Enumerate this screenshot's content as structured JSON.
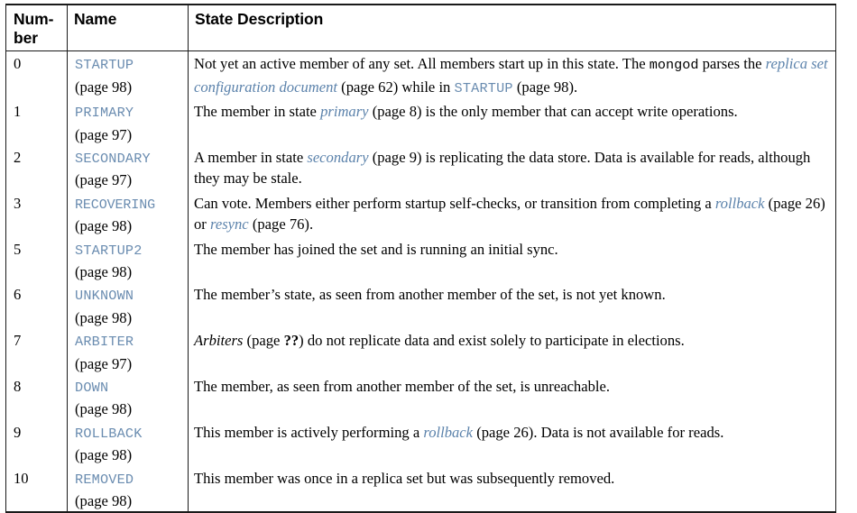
{
  "table": {
    "headers": {
      "number": "Num-\nber",
      "number_line1": "Num-",
      "number_line2": "ber",
      "name": "Name",
      "description": "State Description"
    },
    "colors": {
      "code_state": "#6a8cb0",
      "xref_link": "#5b82ab",
      "text": "#000000",
      "border": "#1a1a1a",
      "background": "#ffffff"
    },
    "rows": [
      {
        "number": "0",
        "state": "STARTUP",
        "state_page": "(page 98)",
        "description_parts": [
          {
            "type": "text",
            "value": "Not yet an active member of any set. All members start up in this state. The "
          },
          {
            "type": "code-plain",
            "value": "mongod"
          },
          {
            "type": "text",
            "value": " parses the "
          },
          {
            "type": "xref",
            "value": "replica set configuration document"
          },
          {
            "type": "text",
            "value": " (page 62) while in "
          },
          {
            "type": "code-state",
            "value": "STARTUP"
          },
          {
            "type": "text",
            "value": " (page 98)."
          }
        ]
      },
      {
        "number": "1",
        "state": "PRIMARY",
        "state_page": "(page 97)",
        "description_parts": [
          {
            "type": "text",
            "value": "The member in state "
          },
          {
            "type": "xref",
            "value": "primary"
          },
          {
            "type": "text",
            "value": " (page 8) is the only member that can accept write operations."
          }
        ]
      },
      {
        "number": "2",
        "state": "SECONDARY",
        "state_page": "(page 97)",
        "description_parts": [
          {
            "type": "text",
            "value": "A member in state "
          },
          {
            "type": "xref",
            "value": "secondary"
          },
          {
            "type": "text",
            "value": " (page 9) is replicating the data store. Data is available for reads, although they may be stale."
          }
        ]
      },
      {
        "number": "3",
        "state": "RECOVERING",
        "state_page": "(page 98)",
        "state_overflow": true,
        "description_parts": [
          {
            "type": "text",
            "value": "Can vote. Members either perform startup self-checks, or transition from completing a "
          },
          {
            "type": "xref",
            "value": "rollback"
          },
          {
            "type": "text",
            "value": " (page 26) or "
          },
          {
            "type": "xref",
            "value": "resync"
          },
          {
            "type": "text",
            "value": " (page 76)."
          }
        ]
      },
      {
        "number": "5",
        "state": "STARTUP2",
        "state_page": "(page 98)",
        "description_parts": [
          {
            "type": "text",
            "value": "The member has joined the set and is running an initial sync."
          }
        ]
      },
      {
        "number": "6",
        "state": "UNKNOWN",
        "state_page": "(page 98)",
        "description_parts": [
          {
            "type": "text",
            "value": "The member’s state, as seen from another member of the set, is not yet known."
          }
        ]
      },
      {
        "number": "7",
        "state": "ARBITER",
        "state_page": "(page 97)",
        "description_parts": [
          {
            "type": "emph",
            "value": "Arbiters"
          },
          {
            "type": "text",
            "value": " (page "
          },
          {
            "type": "qq",
            "value": "??"
          },
          {
            "type": "text",
            "value": ") do not replicate data and exist solely to participate in elections."
          }
        ]
      },
      {
        "number": "8",
        "state": "DOWN",
        "state_page": "(page 98)",
        "description_parts": [
          {
            "type": "text",
            "value": "The member, as seen from another member of the set, is unreachable."
          }
        ]
      },
      {
        "number": "9",
        "state": "ROLLBACK",
        "state_page": "(page 98)",
        "description_parts": [
          {
            "type": "text",
            "value": "This member is actively performing a "
          },
          {
            "type": "xref",
            "value": "rollback"
          },
          {
            "type": "text",
            "value": " (page 26). Data is not available for reads."
          }
        ]
      },
      {
        "number": "10",
        "state": "REMOVED",
        "state_page": "(page 98)",
        "description_parts": [
          {
            "type": "text",
            "value": "This member was once in a replica set but was subsequently removed."
          }
        ]
      }
    ]
  }
}
